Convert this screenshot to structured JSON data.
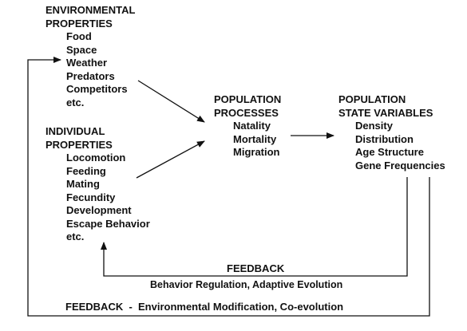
{
  "environmental": {
    "title_lines": [
      "ENVIRONMENTAL",
      "PROPERTIES"
    ],
    "items": [
      "Food",
      "Space",
      "Weather",
      "Predators",
      "Competitors",
      "etc."
    ]
  },
  "individual": {
    "title_lines": [
      "INDIVIDUAL",
      "PROPERTIES"
    ],
    "items": [
      "Locomotion",
      "Feeding",
      "Mating",
      "Fecundity",
      "Development",
      "Escape Behavior",
      "etc."
    ]
  },
  "processes": {
    "title_lines": [
      "POPULATION",
      "PROCESSES"
    ],
    "items": [
      "Natality",
      "Mortality",
      "Migration"
    ]
  },
  "state": {
    "title_lines": [
      "POPULATION",
      "STATE VARIABLES"
    ],
    "items": [
      "Density",
      "Distribution",
      "Age Structure",
      "Gene Frequencies"
    ]
  },
  "feedback_inner": {
    "title": "FEEDBACK",
    "subtitle": "Behavior Regulation, Adaptive Evolution"
  },
  "feedback_outer": {
    "text": "FEEDBACK  -  Environmental Modification, Co-evolution"
  },
  "colors": {
    "text": "#111111",
    "line": "#111111",
    "background": "#ffffff"
  }
}
